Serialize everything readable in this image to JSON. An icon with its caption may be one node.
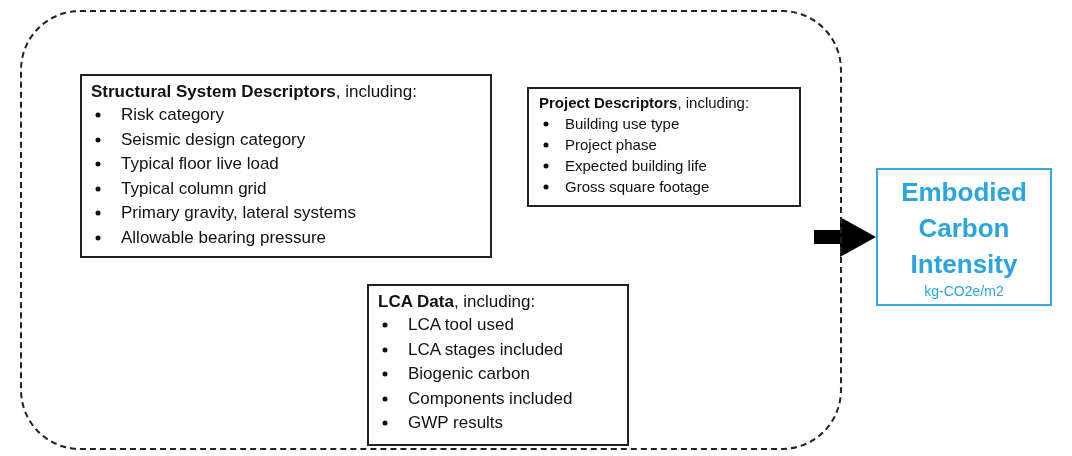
{
  "diagram": {
    "nodes": [
      {
        "text": [],
        "shape": "box"
      },
      {
        "text": [
          "**Structural System Descriptors**, including:",
          "Risk category",
          "Seismic design category",
          "Typical floor live load",
          "Typical column grid",
          "Primary gravity, lateral systems",
          "Allowable bearing pressure"
        ],
        "in": 0
      },
      {
        "text": [
          "**Project Descriptors**, including:",
          "Building use type",
          "Project phase",
          "Expected building life",
          "Gross square footage"
        ],
        "in": 0
      },
      {
        "text": [
          "**LCA Data**, including:",
          "LCA tool used",
          "LCA stages included",
          "Biogenic carbon",
          "Components included",
          "GWP results"
        ],
        "in": 0
      },
      {
        "text": [
          "Embodied Carbon Intensity",
          "kg-CO2e/m2"
        ]
      }
    ],
    "edges": [
      {
        "from": 0,
        "to": 4,
        "arrow": "to",
        "style": "thick"
      }
    ]
  }
}
